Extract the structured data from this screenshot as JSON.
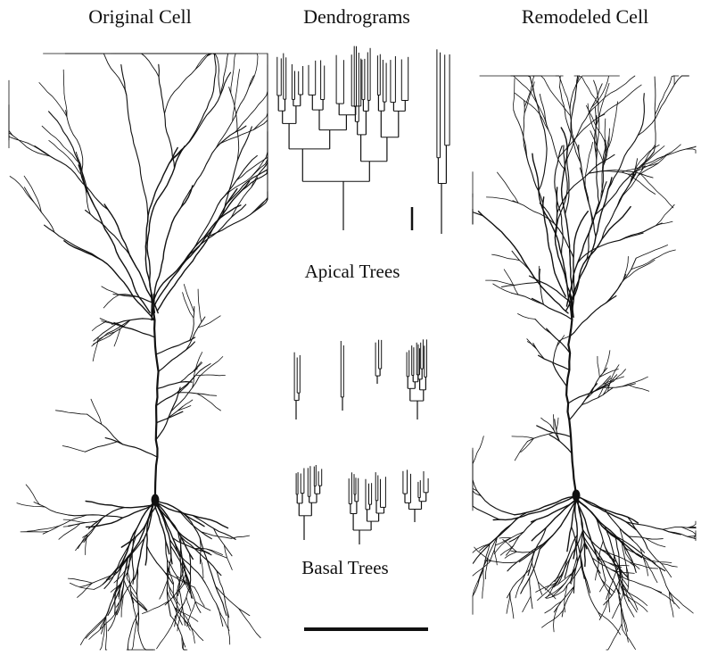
{
  "titles": {
    "original": "Original Cell",
    "dendrograms": "Dendrograms",
    "remodeled": "Remodeled Cell"
  },
  "sections": {
    "apical": "Apical Trees",
    "basal": "Basal Trees"
  },
  "colors": {
    "ink": "#111111",
    "background": "#ffffff"
  }
}
